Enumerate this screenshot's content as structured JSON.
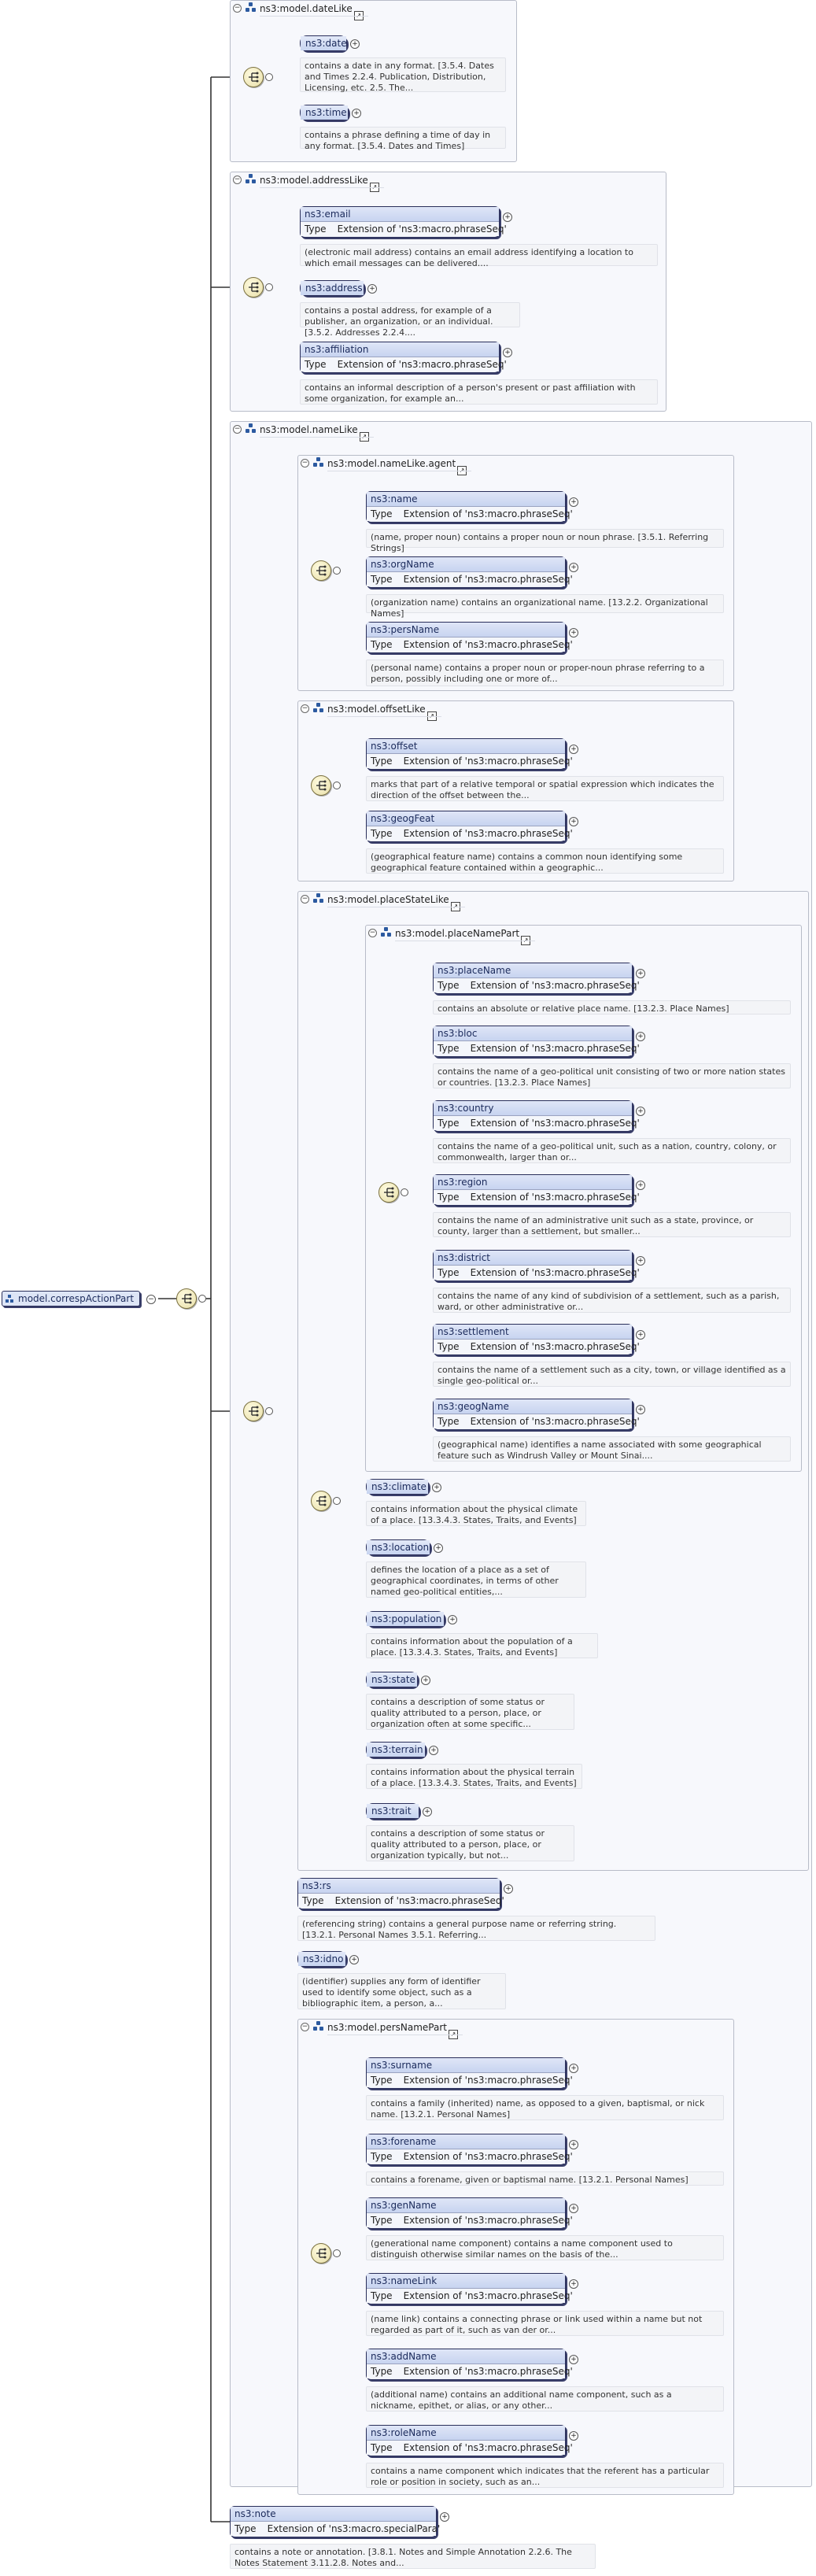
{
  "root": {
    "label": "model.correspActionPart"
  },
  "groups": {
    "dateLike": "ns3:model.dateLike",
    "addressLike": "ns3:model.addressLike",
    "nameLike": "ns3:model.nameLike",
    "agent": "ns3:model.nameLike.agent",
    "offsetLike": "ns3:model.offsetLike",
    "placeStateLike": "ns3:model.placeStateLike",
    "placeNamePart": "ns3:model.placeNamePart",
    "persNamePart": "ns3:model.persNamePart"
  },
  "type_label": "Type",
  "type_phrase": "Extension of 'ns3:macro.phraseSeq'",
  "type_special": "Extension of 'ns3:macro.specialPara'",
  "elements": {
    "date": {
      "name": "ns3:date",
      "desc": "contains a date in any format. [3.5.4. Dates and Times 2.2.4. Publication, Distribution, Licensing, etc. 2.5. The..."
    },
    "time": {
      "name": "ns3:time",
      "desc": "contains a phrase defining a time of day in any format. [3.5.4. Dates and Times]"
    },
    "email": {
      "name": "ns3:email",
      "desc": "(electronic mail address) contains an email address identifying a location to which email messages can be delivered...."
    },
    "address": {
      "name": "ns3:address",
      "desc": "contains a postal address, for example of a publisher, an organization, or an individual. [3.5.2. Addresses 2.2.4...."
    },
    "affiliation": {
      "name": "ns3:affiliation",
      "desc": "contains an informal description of a person's present or past affiliation with some organization, for example an..."
    },
    "name": {
      "name": "ns3:name",
      "desc": "(name, proper noun) contains a proper noun or noun phrase. [3.5.1. Referring Strings]"
    },
    "orgName": {
      "name": "ns3:orgName",
      "desc": "(organization name) contains an organizational name. [13.2.2. Organizational Names]"
    },
    "persName": {
      "name": "ns3:persName",
      "desc": "(personal name) contains a proper noun or proper-noun phrase referring to a person, possibly including one or more of..."
    },
    "offset": {
      "name": "ns3:offset",
      "desc": "marks that part of a relative temporal or spatial expression which indicates the direction of the offset between the..."
    },
    "geogFeat": {
      "name": "ns3:geogFeat",
      "desc": "(geographical feature name) contains a common noun identifying some geographical feature contained within a geographic..."
    },
    "placeName": {
      "name": "ns3:placeName",
      "desc": "contains an absolute or relative place name. [13.2.3. Place Names]"
    },
    "bloc": {
      "name": "ns3:bloc",
      "desc": "contains the name of a geo-political unit consisting of two or more nation states or countries. [13.2.3. Place Names]"
    },
    "country": {
      "name": "ns3:country",
      "desc": "contains the name of a geo-political unit, such as a nation, country, colony, or commonwealth, larger than or..."
    },
    "region": {
      "name": "ns3:region",
      "desc": "contains the name of an administrative unit such as a state, province, or county, larger than a settlement, but smaller..."
    },
    "district": {
      "name": "ns3:district",
      "desc": "contains the name of any kind of subdivision of a settlement, such as a parish, ward, or other administrative or..."
    },
    "settlement": {
      "name": "ns3:settlement",
      "desc": "contains the name of a settlement such as a city, town, or village identified as a single geo-political or..."
    },
    "geogName": {
      "name": "ns3:geogName",
      "desc": "(geographical name) identifies a name associated with some geographical feature such as Windrush Valley or Mount Sinai...."
    },
    "climate": {
      "name": "ns3:climate",
      "desc": "contains information about the physical climate of a place. [13.3.4.3. States, Traits, and Events]"
    },
    "location": {
      "name": "ns3:location",
      "desc": "defines the location of a place as a set of geographical coordinates, in terms of other named geo-political entities,..."
    },
    "population": {
      "name": "ns3:population",
      "desc": "contains information about the population of a place. [13.3.4.3. States, Traits, and Events]"
    },
    "state": {
      "name": "ns3:state",
      "desc": "contains a description of some status or quality attributed to a person, place, or organization often at some specific..."
    },
    "terrain": {
      "name": "ns3:terrain",
      "desc": "contains information about the physical terrain of a place. [13.3.4.3. States, Traits, and Events]"
    },
    "trait": {
      "name": "ns3:trait",
      "desc": "contains a description of some status or quality attributed to a person, place, or organization typically, but not..."
    },
    "rs": {
      "name": "ns3:rs",
      "desc": "(referencing string) contains a general purpose name or referring string. [13.2.1. Personal Names 3.5.1. Referring..."
    },
    "idno": {
      "name": "ns3:idno",
      "desc": "(identifier) supplies any form of identifier used to identify some object, such as a bibliographic item, a person, a..."
    },
    "surname": {
      "name": "ns3:surname",
      "desc": "contains a family (inherited) name, as opposed to a given, baptismal, or nick name. [13.2.1. Personal Names]"
    },
    "forename": {
      "name": "ns3:forename",
      "desc": "contains a forename, given or baptismal name. [13.2.1. Personal Names]"
    },
    "genName": {
      "name": "ns3:genName",
      "desc": "(generational name component) contains a name component used to distinguish otherwise similar names on the basis of the..."
    },
    "nameLink": {
      "name": "ns3:nameLink",
      "desc": "(name link) contains a connecting phrase or link used within a name but not regarded as part of it, such as van der or..."
    },
    "addName": {
      "name": "ns3:addName",
      "desc": "(additional name) contains an additional name component, such as a nickname, epithet, or alias, or any other..."
    },
    "roleName": {
      "name": "ns3:roleName",
      "desc": "contains a name component which indicates that the referent has a particular role or position in society, such as an..."
    },
    "note": {
      "name": "ns3:note",
      "desc": "contains a note or annotation. [3.8.1. Notes and Simple Annotation 2.2.6. The Notes Statement 3.11.2.8. Notes and..."
    }
  }
}
